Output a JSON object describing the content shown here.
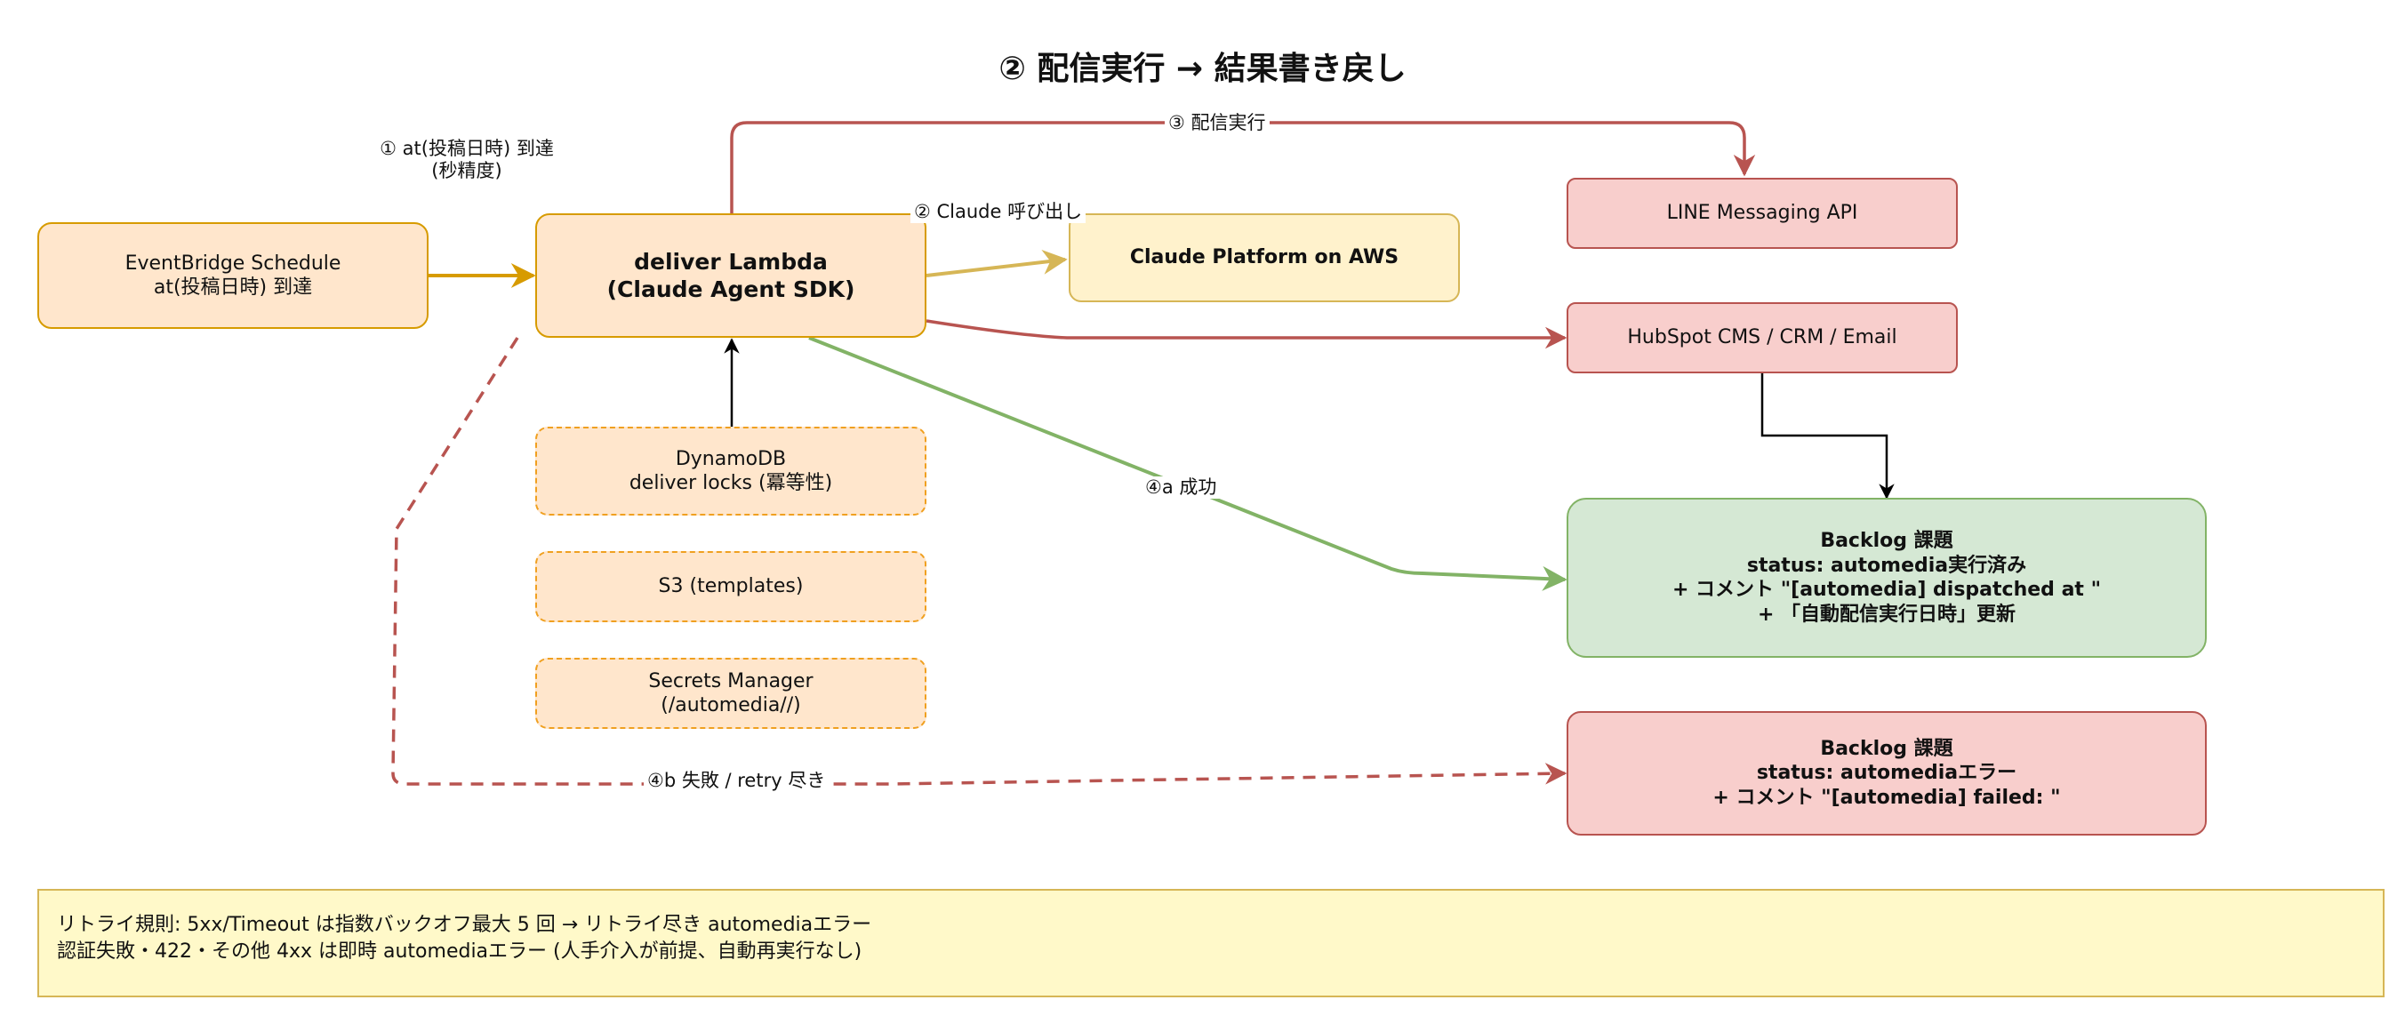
{
  "title": "② 配信実行 → 結果書き戻し",
  "nodes": {
    "eventbridge": "EventBridge Schedule\nat(投稿日時) 到達",
    "lambda": "deliver Lambda\n(Claude Agent SDK)",
    "claude": "Claude Platform on AWS",
    "line": "LINE Messaging API",
    "hubspot": "HubSpot CMS / CRM / Email",
    "dynamodb": "DynamoDB\ndeliver locks (冪等性)",
    "s3": "S3 (templates)",
    "secrets": "Secrets Manager\n(/automedia//)",
    "backlog_success": "Backlog 課題\nstatus: automedia実行済み\n+ コメント \"[automedia] dispatched at \"\n+ 「自動配信実行日時」更新",
    "backlog_error": "Backlog 課題\nstatus: automediaエラー\n+ コメント \"[automedia] failed: \""
  },
  "edge_labels": {
    "schedule": "① at(投稿日時) 到達\n(秒精度)",
    "claude_call": "② Claude 呼び出し",
    "deliver": "③ 配信実行",
    "success": "④a 成功",
    "failure": "④b 失敗 / retry 尽き"
  },
  "note": "リトライ規則: 5xx/Timeout は指数バックオフ最大 5 回 → リトライ尽き automediaエラー\n認証失敗・422・その他 4xx は即時 automediaエラー (人手介入が前提、自動再実行なし)",
  "colors": {
    "orange_fill": "#ffe6cc",
    "orange_stroke": "#d79b00",
    "yellow_fill": "#fff2cc",
    "yellow_stroke": "#d6b656",
    "red_fill": "#f8cecc",
    "red_stroke": "#b85450",
    "green_fill": "#d5e8d4",
    "green_stroke": "#82b366",
    "note_fill": "#fff9c9"
  }
}
